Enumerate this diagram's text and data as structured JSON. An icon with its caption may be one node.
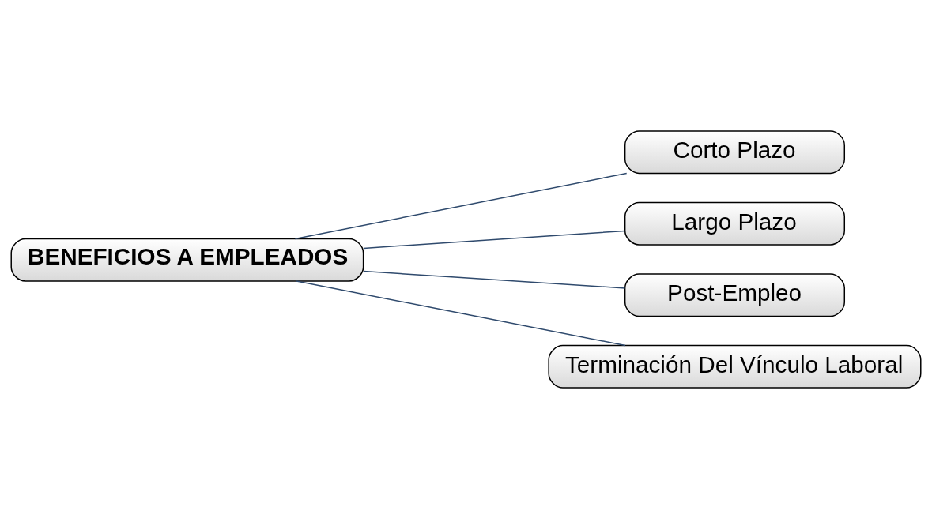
{
  "diagram": {
    "nodes": [
      {
        "text": [
          "BENEFICIOS A EMPLEADOS"
        ]
      },
      {
        "text": [
          "Corto Plazo"
        ]
      },
      {
        "text": [
          "Largo Plazo"
        ]
      },
      {
        "text": [
          "Post-Empleo"
        ]
      },
      {
        "text": [
          "Terminación Del Vínculo Laboral"
        ]
      }
    ],
    "edges": [
      {
        "from": 0,
        "to": 1,
        "arrow": "none"
      },
      {
        "from": 0,
        "to": 2,
        "arrow": "none"
      },
      {
        "from": 0,
        "to": 3,
        "arrow": "none"
      },
      {
        "from": 0,
        "to": 4,
        "arrow": "none"
      }
    ]
  }
}
